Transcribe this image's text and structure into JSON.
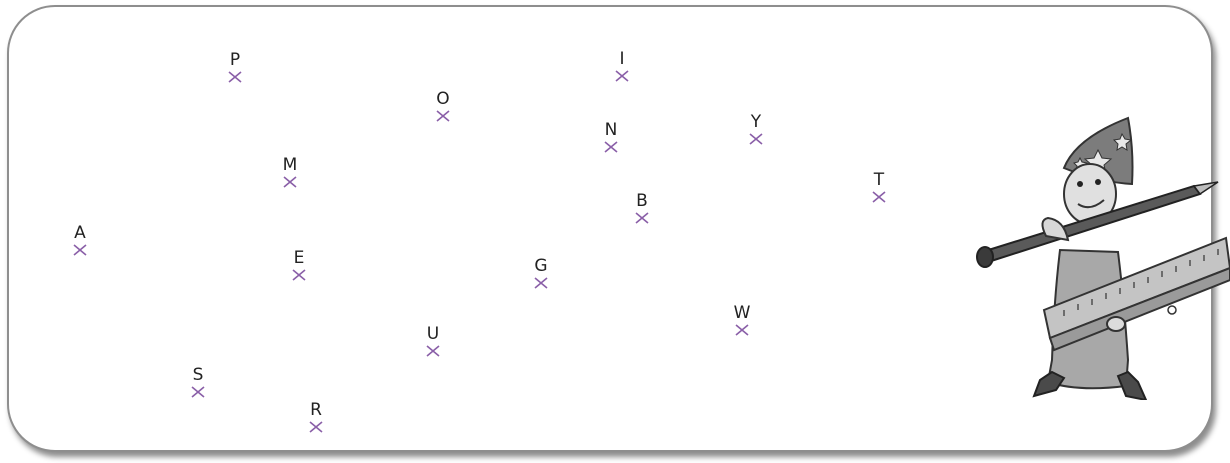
{
  "points": [
    {
      "label": "P"
    },
    {
      "label": "I"
    },
    {
      "label": "O"
    },
    {
      "label": "N"
    },
    {
      "label": "Y"
    },
    {
      "label": "M"
    },
    {
      "label": "T"
    },
    {
      "label": "B"
    },
    {
      "label": "A"
    },
    {
      "label": "E"
    },
    {
      "label": "G"
    },
    {
      "label": "W"
    },
    {
      "label": "U"
    },
    {
      "label": "S"
    },
    {
      "label": "R"
    }
  ],
  "colors": {
    "cross": "#8a5fa8",
    "border": "#8e8e8e",
    "label": "#222222"
  },
  "illustration": "wizard-with-pencil-and-ruler"
}
